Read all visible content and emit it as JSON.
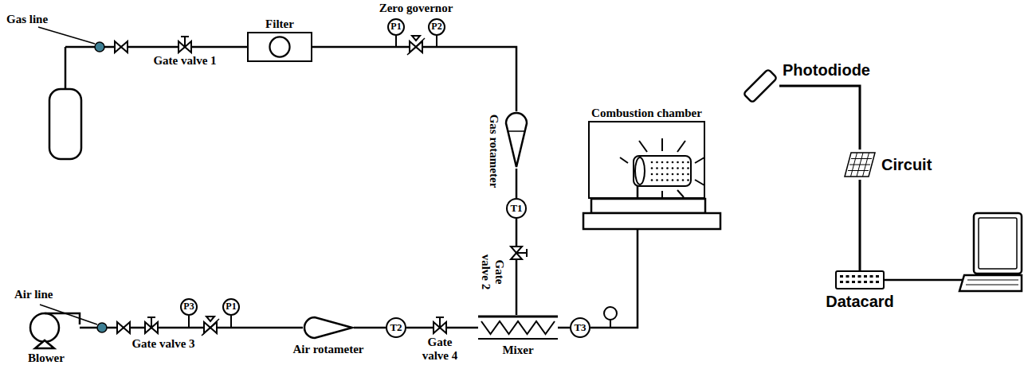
{
  "diagram": {
    "nodes": [
      {
        "text": [
          "Filter"
        ]
      },
      {
        "text": [
          "P1"
        ]
      },
      {
        "text": [
          "P2"
        ]
      },
      {
        "text": [
          "Gas rotameter"
        ]
      },
      {
        "text": [
          "T1"
        ]
      },
      {
        "text": [
          "Combustion chamber"
        ]
      },
      {
        "text": [
          "Photodiode"
        ]
      },
      {
        "text": [
          "Circuit"
        ]
      },
      {
        "text": [
          "P3"
        ]
      },
      {
        "text": [
          "P1"
        ]
      },
      {
        "text": [
          "Air rotameter"
        ]
      },
      {
        "text": [
          "T2"
        ]
      },
      {
        "text": [
          "Mixer"
        ]
      },
      {
        "text": [
          "T3"
        ]
      },
      {
        "text": [
          "Datacard"
        ]
      }
    ],
    "edges": [
      {
        "from": 0,
        "to": 3,
        "arrow": "none"
      },
      {
        "from": 3,
        "to": 4,
        "arrow": "none"
      },
      {
        "from": 4,
        "to": 12,
        "arrow": "none"
      },
      {
        "from": 10,
        "to": 11,
        "arrow": "none"
      },
      {
        "from": 11,
        "to": 12,
        "arrow": "none"
      },
      {
        "from": 12,
        "to": 13,
        "arrow": "none"
      },
      {
        "from": 13,
        "to": 5,
        "arrow": "none"
      },
      {
        "from": 6,
        "to": 7,
        "arrow": "none"
      },
      {
        "from": 7,
        "to": 14,
        "arrow": "none"
      }
    ],
    "labels": [
      "Gas line",
      "Gate valve 1",
      "Zero governor",
      "Gate valve 2",
      "Air line",
      "Gate valve 3",
      "Gate valve 4",
      "Blower"
    ]
  }
}
